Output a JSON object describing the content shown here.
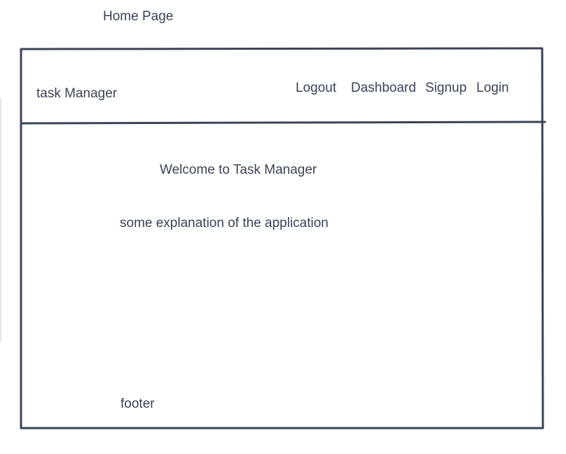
{
  "page": {
    "title": "Home Page"
  },
  "header": {
    "brand": "task Manager",
    "nav": {
      "logout": "Logout",
      "dashboard": "Dashboard",
      "signup": "Signup",
      "login": "Login"
    }
  },
  "main": {
    "heading": "Welcome to Task Manager",
    "description": "some explanation of the application"
  },
  "footer": {
    "label": "footer"
  },
  "colors": {
    "ink": "#3b4358",
    "background": "#ffffff"
  }
}
